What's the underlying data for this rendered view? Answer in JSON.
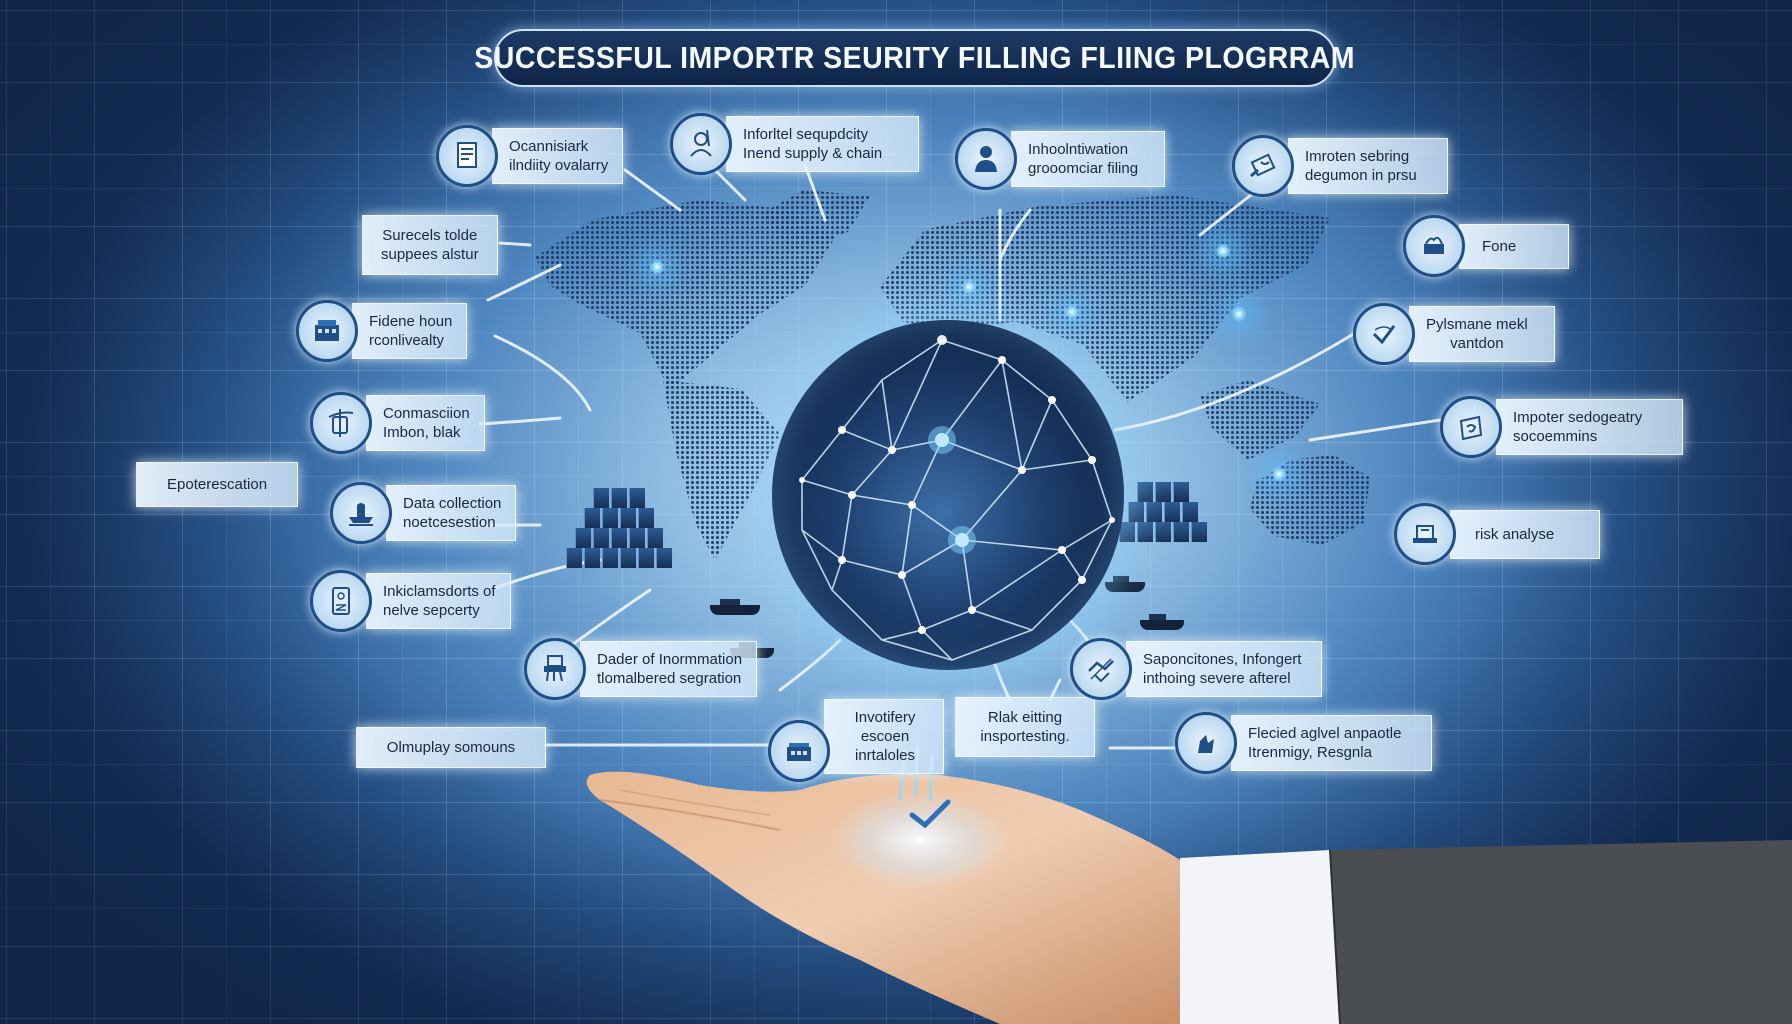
{
  "title": "SUCCESSFUL IMPORTR SEURITY FILLING FLIING PLOGRRAM",
  "colors": {
    "background_dark": "#17345f",
    "background_light": "#c9e3f6",
    "title_bg": "#0f2447",
    "title_text": "#f4f8ff",
    "icon_border": "#1f4f86",
    "label_text": "#1a2740",
    "glow": "#7fd3ff",
    "skin": "#e3b08c",
    "cuff": "#f2f4f7",
    "suit": "#4a4d52"
  },
  "callouts": {
    "left": [
      {
        "icon": "document-icon",
        "line1": "Ocannisiark",
        "line2": "ilndiity ovalarry"
      },
      {
        "icon": null,
        "line1": "Surecels tolde",
        "line2": "suppees alstur"
      },
      {
        "icon": "building-icon",
        "line1": "Fidene houn",
        "line2": "rconlivealty"
      },
      {
        "icon": "scroll-icon",
        "line1": "Conmasciion",
        "line2": "Imbon, blak"
      },
      {
        "icon": null,
        "line1": "Epoterescation",
        "line2": ""
      },
      {
        "icon": "ship-icon",
        "line1": "Data collection",
        "line2": "noetcesestion"
      },
      {
        "icon": "phone-icon",
        "line1": "Inkiclamsdorts of",
        "line2": "nelve sepcerty"
      },
      {
        "icon": "clipboard-icon",
        "line1": "Dader of Inormmation",
        "line2": "tlomalbered segration"
      },
      {
        "icon": null,
        "line1": "Olmuplay somouns",
        "line2": ""
      }
    ],
    "top": [
      {
        "icon": "worker-icon",
        "line1": "Inforltel sequpdcity",
        "line2": "Inend supply & chain"
      },
      {
        "icon": "person-icon",
        "line1": "Inhoolntiwation",
        "line2": "grooomciar filing"
      },
      {
        "icon": "magnifier-icon",
        "line1": "Imroten sebring",
        "line2": "degumon in prsu"
      }
    ],
    "right": [
      {
        "icon": "cargo-icon",
        "line1": "Fone",
        "line2": ""
      },
      {
        "icon": "checkmark-icon",
        "line1": "Pylsmane mekl",
        "line2": "vantdon"
      },
      {
        "icon": "container-icon",
        "line1": "Impoter sedogeatry",
        "line2": "socoemmins"
      },
      {
        "icon": "scale-icon",
        "line1": "risk analyse",
        "line2": ""
      },
      {
        "icon": "handshake-icon",
        "line1": "Saponcitones, Infongert",
        "line2": "inthoing severe afterel"
      },
      {
        "icon": "hand-icon",
        "line1": "Flecied aglvel anpaotle",
        "line2": "Itrenmigy, Resgnla"
      }
    ],
    "bottom": [
      {
        "icon": "factory-icon",
        "line1": "Invotifery",
        "line2": "escoen",
        "line3": "inrtaloles"
      },
      {
        "icon": null,
        "line1": "Rlak eitting",
        "line2": "insportesting."
      }
    ]
  },
  "scene": {
    "globe": "network-globe",
    "map": "world-dot-map",
    "hand": "open-palm-hand",
    "palm_icon": "checkmark-icon"
  }
}
